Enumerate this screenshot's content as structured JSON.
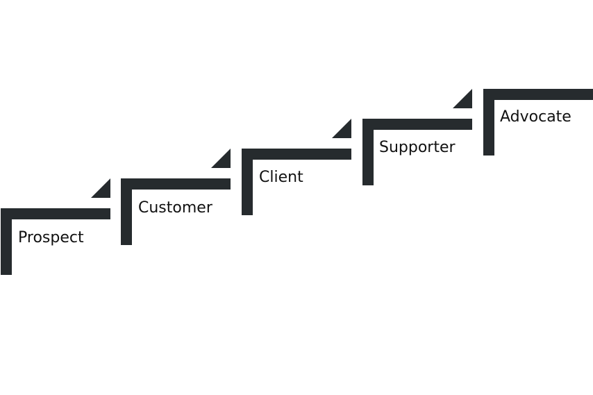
{
  "diagram": {
    "colors": {
      "background": "#ffffff",
      "step": "#262b2e",
      "text": "#111111"
    },
    "stages": [
      {
        "label": "Prospect"
      },
      {
        "label": "Customer"
      },
      {
        "label": "Client"
      },
      {
        "label": "Supporter"
      },
      {
        "label": "Advocate"
      }
    ]
  }
}
